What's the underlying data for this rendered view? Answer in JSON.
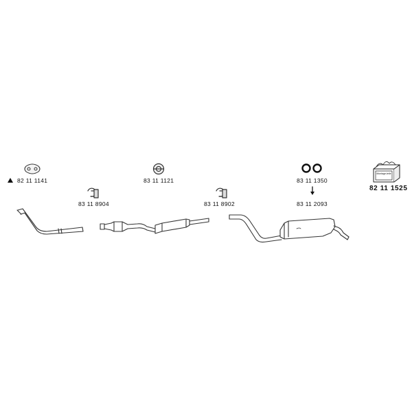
{
  "parts": {
    "gasket_front": "82 11 1141",
    "clamp_1": "83 11 8904",
    "gasket_middle": "83 11 1121",
    "clamp_2": "83 11 8902",
    "rubber_rings": "83 11 1350",
    "rear_mount": "83 11 2093",
    "mounting_kit": "82 11 1525"
  },
  "kit_box_label": "Montage-teile"
}
